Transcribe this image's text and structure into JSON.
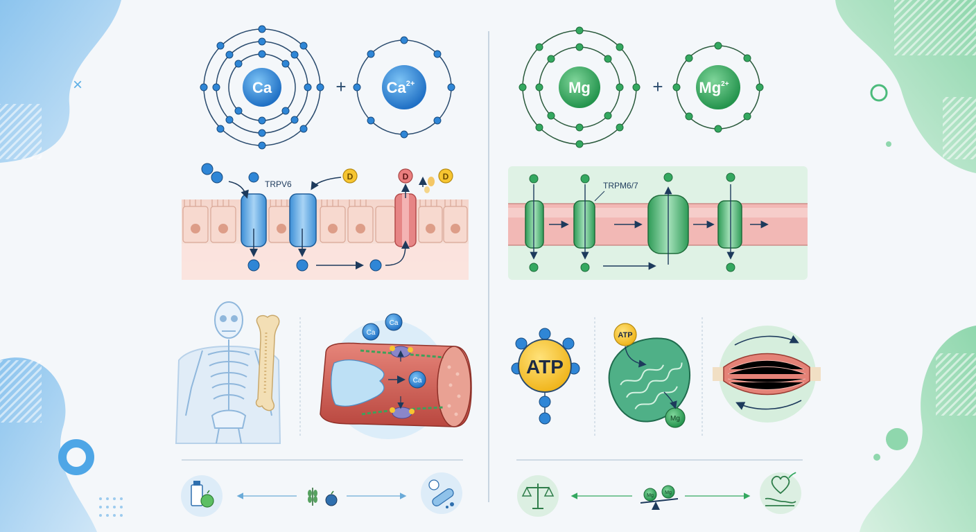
{
  "calcium": {
    "atom_symbol": "Ca",
    "ion_symbol": "Ca",
    "ion_charge": "2+",
    "plus_sign": "+",
    "channel_label": "TRPV6",
    "vitamin_label": "D",
    "muscle_ion_1": "Ca",
    "muscle_ion_2": "Ca",
    "muscle_ion_3": "Ca"
  },
  "magnesium": {
    "atom_symbol": "Mg",
    "ion_symbol": "Mg",
    "ion_charge": "2+",
    "plus_sign": "+",
    "channel_label": "TRPM6/7",
    "atp_label": "ATP",
    "mito_atp_label": "ATP",
    "mito_mg_label": "Mg",
    "balance_ion_1": "Mg",
    "balance_ion_2": "Mg"
  },
  "icons": {
    "ca_left": "milk-apple-icon",
    "ca_center": "wheat-apple-icon",
    "ca_right": "supplement-pills-icon",
    "mg_left": "balance-scale-icon",
    "mg_center": "seesaw-balance-icon",
    "mg_right": "heart-hand-icon"
  },
  "colors": {
    "calcium_blue": "#2f86d6",
    "magnesium_green": "#34a860",
    "tissue_pink": "#f2c9bf",
    "atp_yellow": "#f6c531"
  }
}
